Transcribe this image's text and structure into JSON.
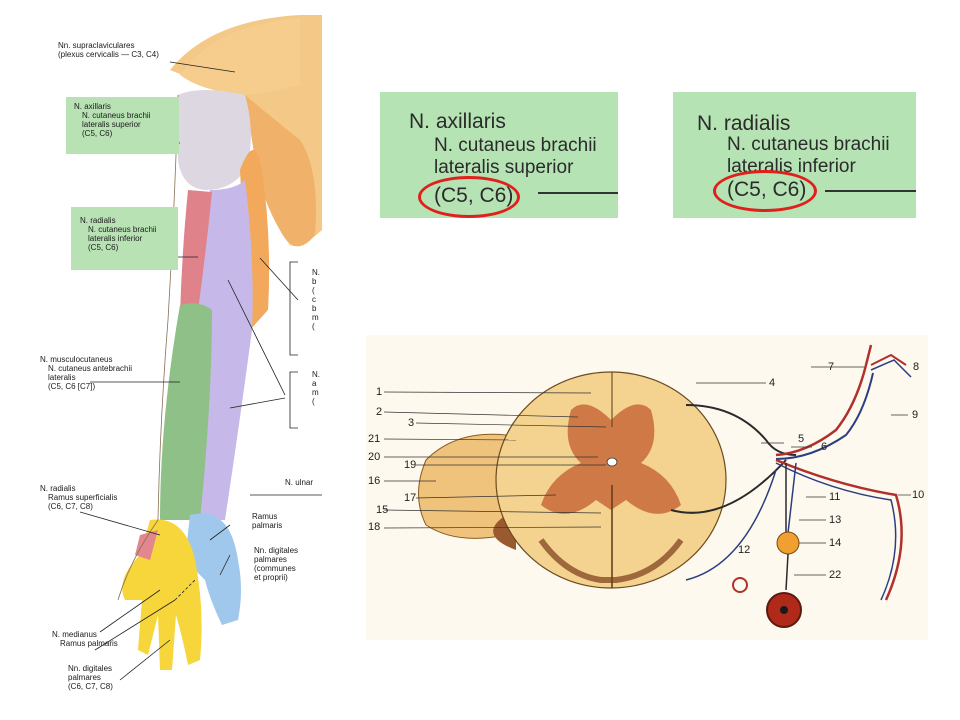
{
  "arm": {
    "labels": {
      "supraclav_1": "Nn. supraclaviculares",
      "supraclav_2": "(plexus cervicalis — C3, C4)",
      "axil_1": "N. axillaris",
      "axil_2": "N. cutaneus brachii",
      "axil_3": "lateralis superior",
      "axil_4": "(C5, C6)",
      "radial_1": "N. radialis",
      "radial_2": "N. cutaneus brachii",
      "radial_3": "lateralis inferior",
      "radial_4": "(C5, C6)",
      "musc_1": "N. musculocutaneus",
      "musc_2": "N. cutaneus antebrachii",
      "musc_3": "lateralis",
      "musc_4": "(C5, C6 [C7])",
      "radsup_1": "N. radialis",
      "radsup_2": "Ramus superficialis",
      "radsup_3": "(C6, C7, C8)",
      "median_1": "N. medianus",
      "median_2": "Ramus palmaris",
      "digpal_1": "Nn. digitales",
      "digpal_2": "palmares",
      "digpal_3": "(C6, C7, C8)",
      "ramus_1": "Ramus",
      "ramus_2": "palmaris",
      "ndig_1": "Nn. digitales",
      "ndig_2": "palmares",
      "ndig_3": "(communes",
      "ndig_4": "et proprii)",
      "ulnar": "N. ulnar",
      "cut_upper": [
        "N.",
        "b",
        "(",
        "c",
        "b",
        "m",
        "("
      ],
      "cut_lower": [
        "N.",
        "a",
        "m",
        "("
      ]
    }
  },
  "zoom_left": {
    "line1": "N. axillaris",
    "line2": "N. cutaneus brachii",
    "line3": "lateralis superior",
    "line4": "(C5, C6)"
  },
  "zoom_right": {
    "line1": "N. radialis",
    "line2": "N. cutaneus brachii",
    "line3": "lateralis inferior",
    "line4": "(C5, C6)"
  },
  "spinal": {
    "n1": "1",
    "n2": "2",
    "n3": "3",
    "n4": "4",
    "n5": "5",
    "n6": "6",
    "n7": "7",
    "n8": "8",
    "n9": "9",
    "n10": "10",
    "n11": "11",
    "n12": "12",
    "n13": "13",
    "n14": "14",
    "n15": "15",
    "n16": "16",
    "n17": "17",
    "n18": "18",
    "n19": "19",
    "n20": "20",
    "n21": "21",
    "n22": "22"
  },
  "colors": {
    "zoom_bg": "#b5e3b3",
    "circle": "#e0201c",
    "skin": "#f4c27a",
    "radial_red": "#e07a82",
    "axillary_gray": "#d9d4de",
    "musculocut_green": "#8fbf85",
    "medial_purple": "#c3b5e6",
    "median_yellow": "#f5d437",
    "ulnar_blue": "#9ec7ea"
  }
}
